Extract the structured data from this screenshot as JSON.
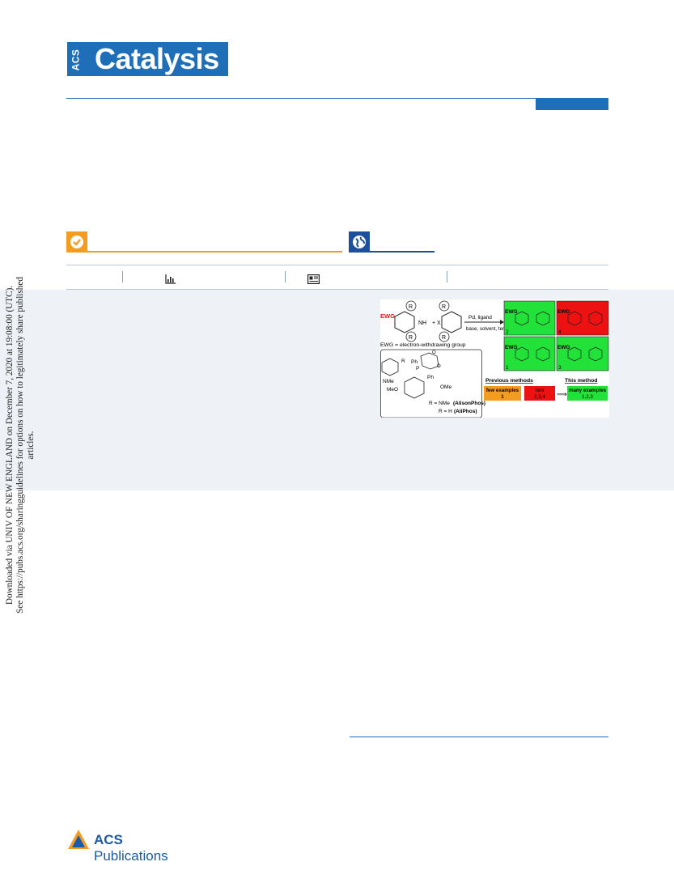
{
  "journal": {
    "logo_prefix": "ACS",
    "logo_name": "Catalysis"
  },
  "publisher": {
    "name_bold": "ACS",
    "name_rest": " Publications"
  },
  "sidebar": {
    "line1": "Downloaded via UNIV OF NEW ENGLAND on December 7, 2020 at 19:08:00 (UTC).",
    "line2": "See https://pubs.acs.org/sharingguidelines for options on how to legitimately share published articles."
  },
  "toc": {
    "ewg": "EWG",
    "r1": "R",
    "r2": "R",
    "nh2": "NH",
    "plus": "+ X",
    "conditions_top": "Pd, ligand",
    "conditions_bottom": "base, solvent, temp",
    "ewg_def": "EWG = electron-withdrawing group",
    "ph1": "Ph",
    "ph2": "Ph",
    "p": "P",
    "ome": "OMe",
    "meo": "MeO",
    "nme2": "NMe",
    "r_label": "R",
    "r_nme2": "R = NMe",
    "alisonphos": "(AlisonPhos)",
    "r_h": "R = H",
    "aliphos": "(AliPhos)",
    "prev_methods": "Previous methods",
    "this_method": "This method",
    "few_examples": "few examples",
    "few_num": "1",
    "rare": "rare",
    "rare_num": "2,3,4",
    "many_examples": "many examples",
    "many_num": "1,2,3",
    "cell_nums": [
      "2",
      "4",
      "1",
      "3"
    ]
  },
  "colors": {
    "brand_blue": "#1e6fb8",
    "orange": "#f39c1f",
    "navy": "#1d4f9c",
    "green": "#22e23a",
    "red": "#ee1111"
  }
}
